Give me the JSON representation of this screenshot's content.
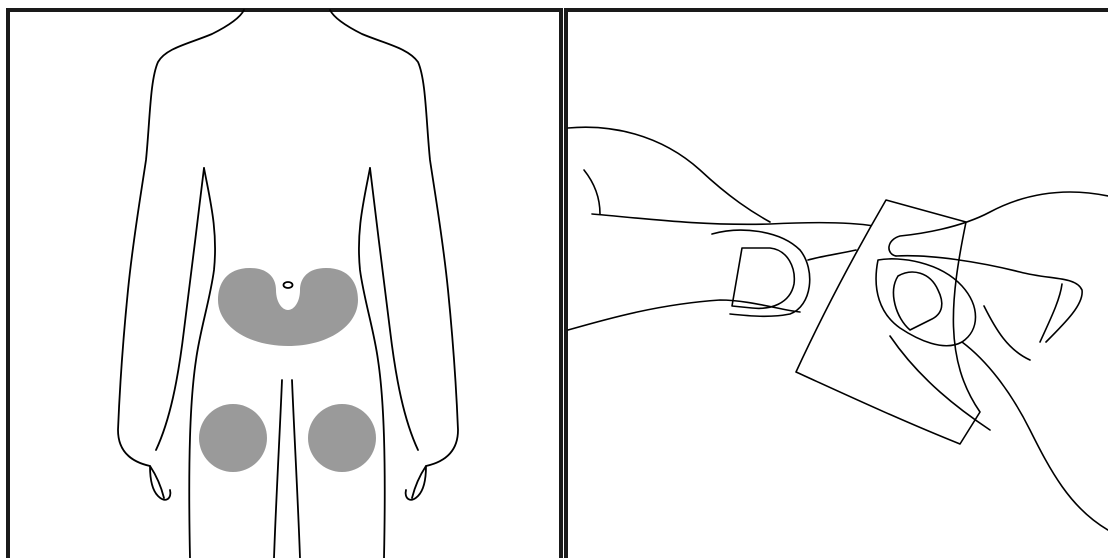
{
  "panels": [
    {
      "id": "injection-sites",
      "regions": [
        "abdomen",
        "left-thigh",
        "right-thigh"
      ]
    },
    {
      "id": "hands-wipe"
    }
  ],
  "colors": {
    "line": "#000000",
    "background": "#ffffff",
    "site_fill": "#9a9a9a",
    "frame": "#1a1a1a"
  }
}
